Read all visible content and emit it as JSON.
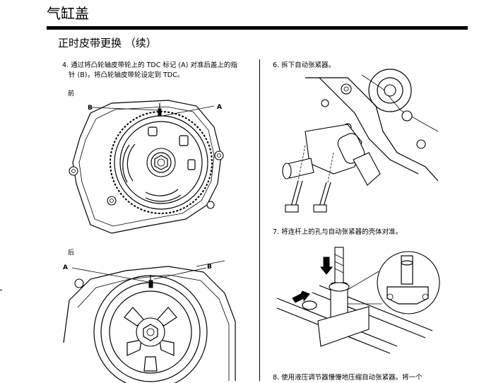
{
  "header": {
    "title": "气缸盖"
  },
  "section": {
    "title": "正时皮带更换 （续）"
  },
  "left": {
    "step4_line1": "4. 通过将凸轮轴皮带轮上的 TDC 标记 (A) 对准后盖上的指",
    "step4_line2": "针 (B)，将凸轮轴皮带轮设定到 TDC。",
    "front_label": "前",
    "front_callout_b": "B",
    "front_callout_a": "A",
    "rear_label": "后",
    "rear_callout_a": "A",
    "rear_callout_b": "B"
  },
  "right": {
    "step6": "6. 拆下自动张紧器。",
    "step7": "7. 将连杆上的孔与自动张紧器的壳体对准。",
    "step8": "8. 使用液压调节器慢慢地压缩自动张紧器。将一个"
  },
  "icons": [
    "camshaft-pulley-front-diagram",
    "camshaft-pulley-rear-diagram",
    "auto-tensioner-removal-diagram",
    "tensioner-alignment-press-diagram"
  ]
}
